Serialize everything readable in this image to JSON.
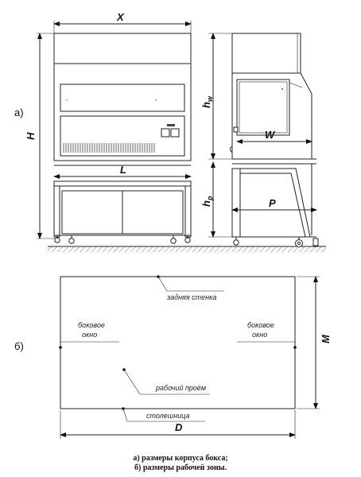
{
  "figure": {
    "part_a_label": "а)",
    "part_b_label": "б)",
    "dimensions": {
      "width_x": "X",
      "height_h": "H",
      "width_l": "L",
      "height_hw": "h",
      "height_hw_sub": "w",
      "depth_w": "W",
      "height_hp": "h",
      "height_hp_sub": "p",
      "depth_p": "P",
      "plan_width_d": "D",
      "plan_depth_m": "M"
    },
    "zones": {
      "back_wall": "задняя стенка",
      "side_window_left_line1": "боковое",
      "side_window_left_line2": "окно",
      "side_window_right_line1": "боковое",
      "side_window_right_line2": "окно",
      "work_opening": "рабочий проём",
      "tabletop": "столешница"
    },
    "caption": {
      "line1": "а) размеры корпуса бокса;",
      "line2": "б) размеры рабочей зоны."
    }
  }
}
